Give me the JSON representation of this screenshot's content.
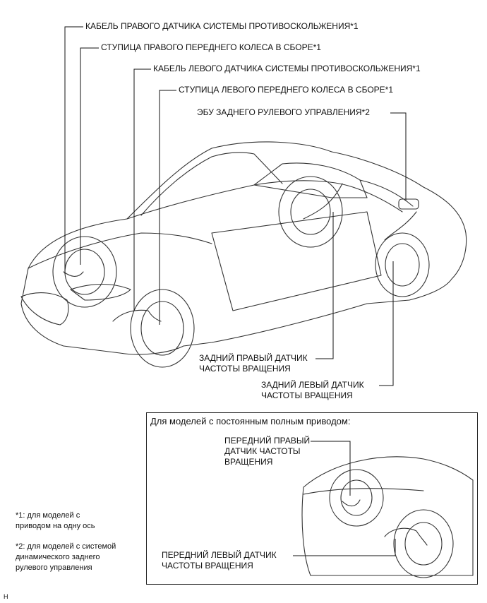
{
  "labels": {
    "right_abs_cable": "КАБЕЛЬ ПРАВОГО ДАТЧИКА СИСТЕМЫ ПРОТИВОСКОЛЬЖЕНИЯ*1",
    "right_front_hub": "СТУПИЦА ПРАВОГО ПЕРЕДНЕГО КОЛЕСА В СБОРЕ*1",
    "left_abs_cable": "КАБЕЛЬ ЛЕВОГО ДАТЧИКА СИСТЕМЫ ПРОТИВОСКОЛЬЖЕНИЯ*1",
    "left_front_hub": "СТУПИЦА ЛЕВОГО ПЕРЕДНЕГО КОЛЕСА В СБОРЕ*1",
    "rear_steering_ecu": "ЭБУ ЗАДНЕГО РУЛЕВОГО УПРАВЛЕНИЯ*2",
    "rear_right_sensor": "ЗАДНИЙ ПРАВЫЙ ДАТЧИК\nЧАСТОТЫ ВРАЩЕНИЯ",
    "rear_left_sensor": "ЗАДНИЙ ЛЕВЫЙ ДАТЧИК\nЧАСТОТЫ ВРАЩЕНИЯ",
    "front_right_sensor": "ПЕРЕДНИЙ ПРАВЫЙ\nДАТЧИК ЧАСТОТЫ\nВРАЩЕНИЯ",
    "front_left_sensor": "ПЕРЕДНИЙ ЛЕВЫЙ ДАТЧИК\nЧАСТОТЫ ВРАЩЕНИЯ"
  },
  "inset": {
    "title": "Для моделей с постоянным полным приводом:"
  },
  "notes": {
    "note1": "*1: для моделей с\nприводом на одну ось",
    "note2": "*2: для моделей с системой\nдинамического заднего\nрулевого управления"
  },
  "figure_code": "H"
}
